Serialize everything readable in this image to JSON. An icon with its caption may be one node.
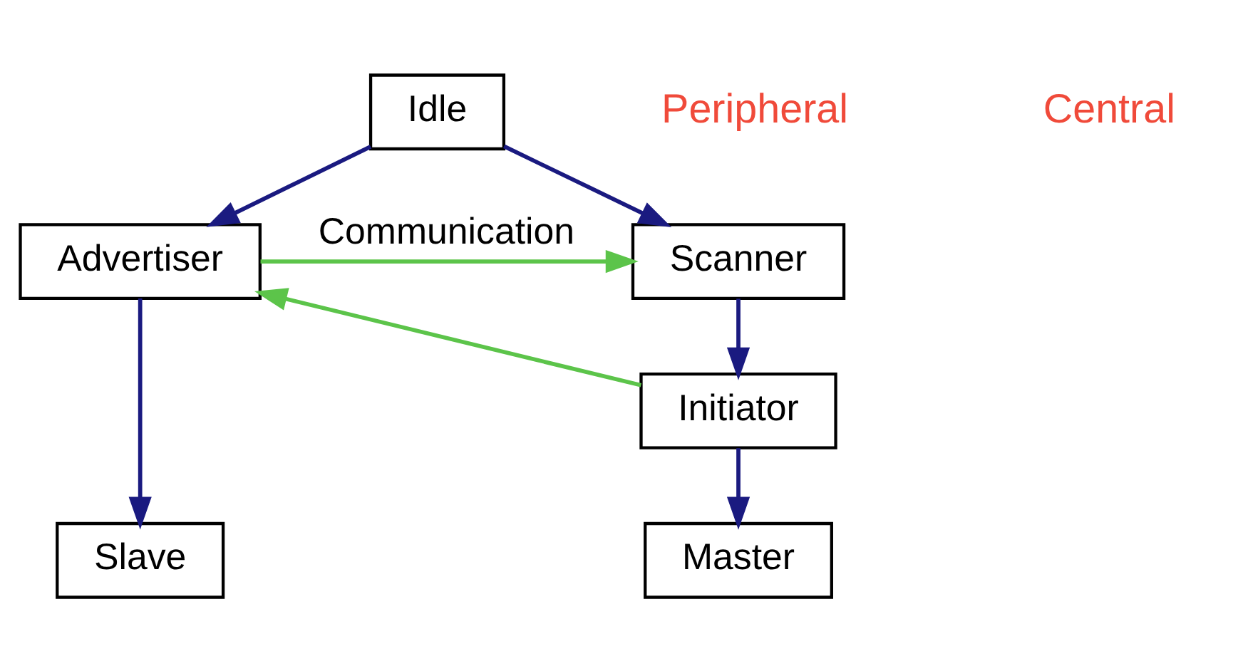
{
  "diagram": {
    "nodes": [
      {
        "text": [
          "Idle"
        ]
      },
      {
        "text": [
          "Advertiser"
        ]
      },
      {
        "text": [
          "Scanner"
        ]
      },
      {
        "text": [
          "Initiator"
        ]
      },
      {
        "text": [
          "Slave"
        ]
      },
      {
        "text": [
          "Master"
        ]
      }
    ],
    "edges": [
      {
        "from": 0,
        "to": 1,
        "arrow": "to"
      },
      {
        "from": 0,
        "to": 2,
        "arrow": "to"
      },
      {
        "from": 1,
        "to": 2,
        "arrow": "to",
        "label": "Communication",
        "color": "#5cc44a"
      },
      {
        "from": 3,
        "to": 1,
        "arrow": "to",
        "color": "#5cc44a"
      },
      {
        "from": 1,
        "to": 4,
        "arrow": "to"
      },
      {
        "from": 2,
        "to": 3,
        "arrow": "to"
      },
      {
        "from": 3,
        "to": 5,
        "arrow": "to"
      }
    ],
    "labels": [
      "Peripheral",
      "Central"
    ]
  }
}
